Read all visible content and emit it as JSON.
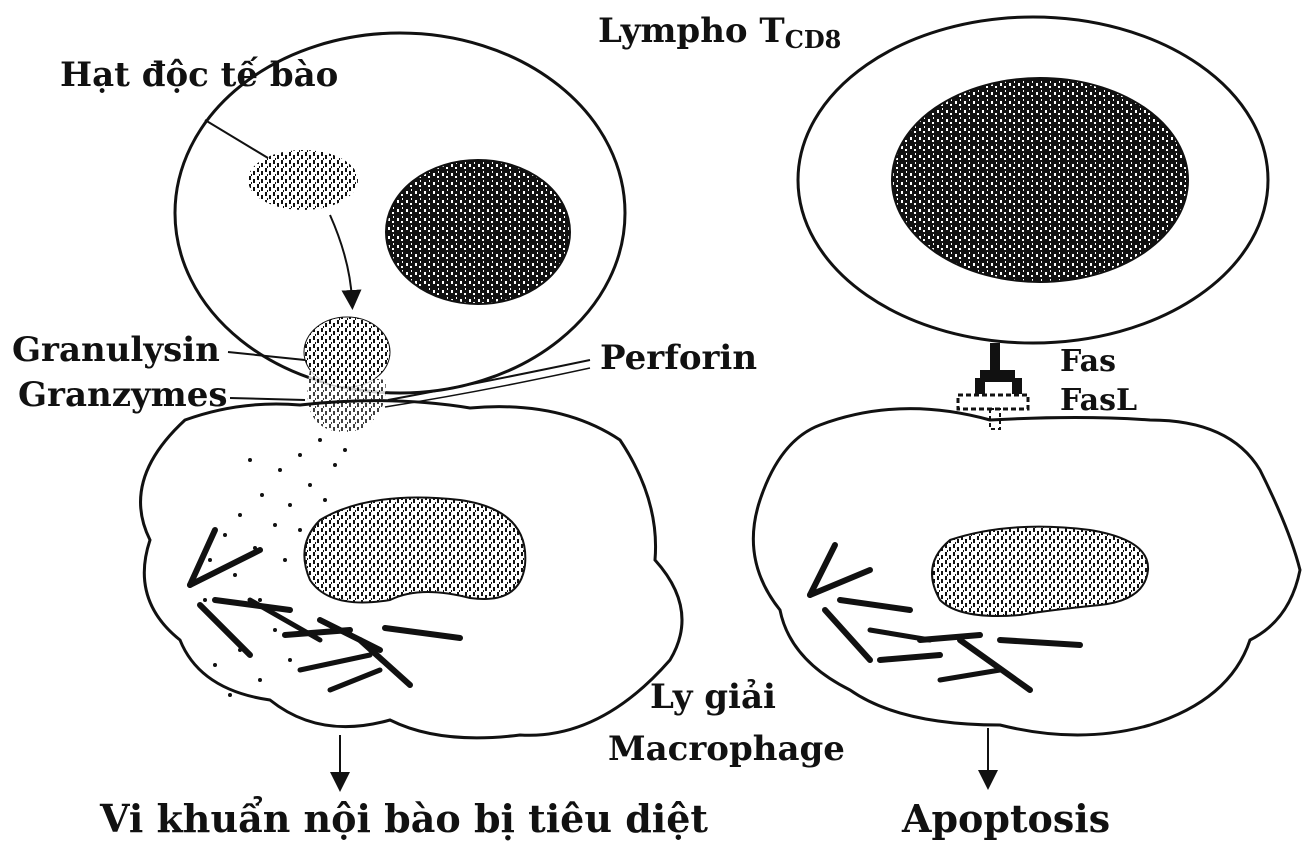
{
  "labels": {
    "cytotoxic_granule": "Hạt độc tế bào",
    "lympho_main": "Lympho T",
    "lympho_sub": "CD8",
    "granulysin": "Granulysin",
    "granzymes": "Granzymes",
    "perforin": "Perforin",
    "fas": "Fas",
    "fasl": "FasL",
    "lysis_line1": "Ly giải",
    "lysis_line2": "Macrophage",
    "bacteria_killed": "Vi khuẩn nội bào bị tiêu diệt",
    "apoptosis": "Apoptosis"
  },
  "colors": {
    "ink": "#111111",
    "paper": "#ffffff"
  }
}
